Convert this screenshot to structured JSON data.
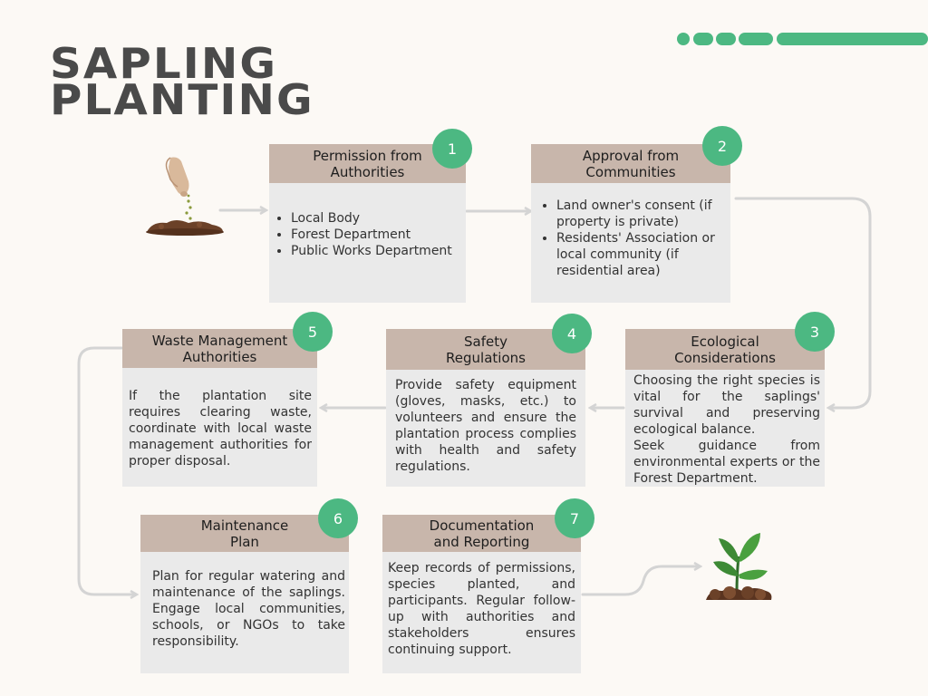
{
  "title": {
    "line1": "SAPLING",
    "line2": "PLANTING"
  },
  "steps": [
    {
      "number": "1",
      "heading1": "Permission from",
      "heading2": "Authorities",
      "items": [
        "Local Body",
        "Forest Department",
        "Public Works Department"
      ]
    },
    {
      "number": "2",
      "heading1": "Approval from",
      "heading2": "Communities",
      "items": [
        "Land owner's consent (if property is private)",
        "Residents' Association or local community (if residential area)"
      ]
    },
    {
      "number": "3",
      "heading1": "Ecological",
      "heading2": "Considerations",
      "text1": "Choosing the right species is vital for the saplings' survival and preserving ecological balance.",
      "text2": "Seek guidance from environmental experts or the Forest Department."
    },
    {
      "number": "4",
      "heading1": "Safety",
      "heading2": "Regulations",
      "text": "Provide safety equipment (gloves, masks, etc.) to volunteers and ensure the plantation process complies with health and safety regulations."
    },
    {
      "number": "5",
      "heading1": "Waste Management",
      "heading2": "Authorities",
      "text": "If the plantation site requires clearing waste, coordinate with local waste management authorities for proper disposal."
    },
    {
      "number": "6",
      "heading1": "Maintenance",
      "heading2": "Plan",
      "text": "Plan for regular watering and maintenance of the saplings. Engage local communities, schools, or NGOs to take responsibility."
    },
    {
      "number": "7",
      "heading1": "Documentation",
      "heading2": "and Reporting",
      "text": "Keep records of permissions, species planted, and participants. Regular follow-up with authorities and stakeholders ensures continuing support."
    }
  ],
  "colors": {
    "accent": "#4cb882",
    "header": "#c8b6ab",
    "panel": "#eaeaea",
    "arrow": "#d4d4d4"
  },
  "icons": {
    "start": "seed-sowing-hand-icon",
    "end": "sprouting-sapling-icon"
  }
}
